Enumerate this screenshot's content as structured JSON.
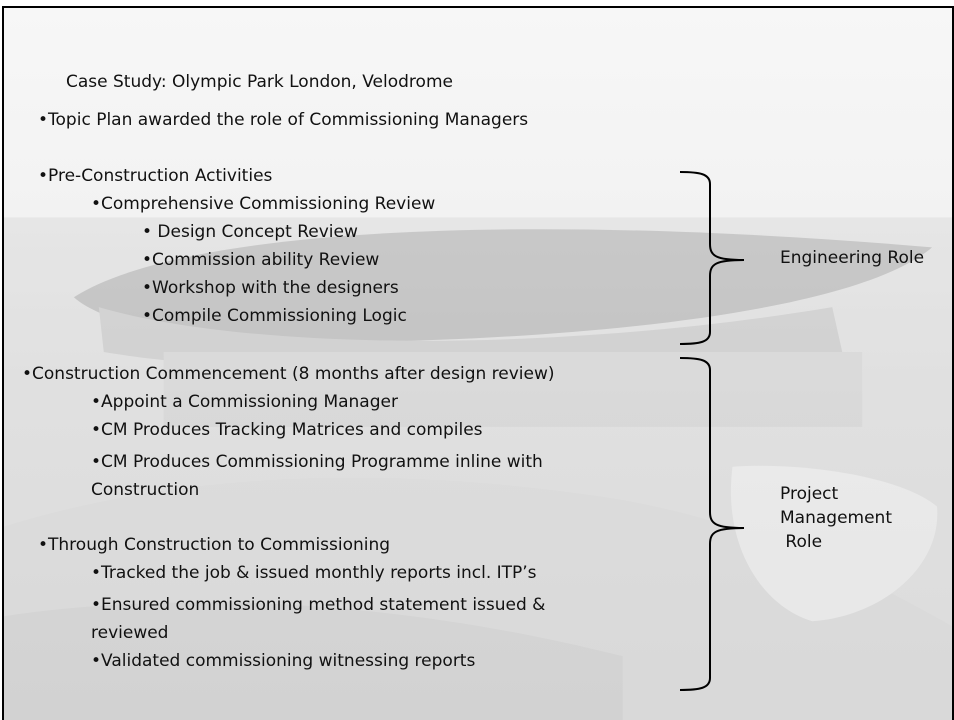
{
  "slide": {
    "title": "Case  Study: Olympic Park London, Velodrome",
    "bullet_char": "•",
    "items": [
      {
        "text": "•Topic Plan awarded the role of Commissioning Managers"
      },
      {
        "text": "•Pre-Construction Activities"
      },
      {
        "text": "•Comprehensive Commissioning Review"
      },
      {
        "text": "• Design Concept Review"
      },
      {
        "text": "•Commission ability Review"
      },
      {
        "text": "•Workshop with the designers"
      },
      {
        "text": "•Compile Commissioning Logic"
      },
      {
        "text": "•Construction Commencement (8 months after design review)"
      },
      {
        "text": "•Appoint a Commissioning Manager"
      },
      {
        "text": "•CM Produces Tracking Matrices and compiles"
      },
      {
        "text": "•CM Produces Commissioning Programme inline with Construction"
      },
      {
        "text": "•Through Construction to Commissioning"
      },
      {
        "text": "•Tracked the job & issued monthly reports incl. ITP’s"
      },
      {
        "text": "•Ensured commissioning method statement issued & reviewed"
      },
      {
        "text": "•Validated commissioning witnessing reports"
      }
    ],
    "roles": {
      "engineering": "Engineering Role",
      "pm_line1": "Project",
      "pm_line2": "Management",
      "pm_line3": " Role"
    }
  }
}
